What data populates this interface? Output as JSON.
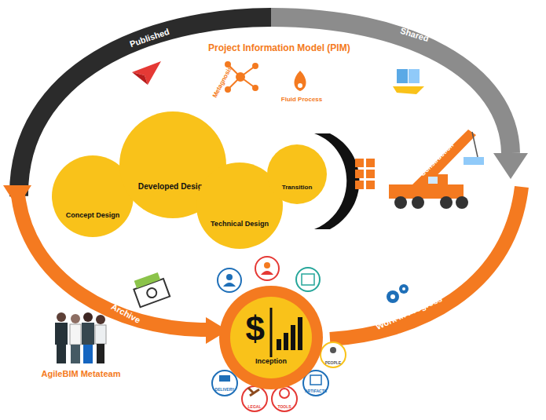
{
  "diagram": {
    "title": "Project Information Model (PIM)",
    "nodes": [
      {
        "text": [
          "Concept Design"
        ]
      },
      {
        "text": [
          "Developed Design"
        ]
      },
      {
        "text": [
          "Technical Design"
        ]
      },
      {
        "text": [
          "Transition"
        ]
      },
      {
        "text": [
          "$",
          "Inception"
        ]
      }
    ],
    "labels": [
      "Published",
      "Shared",
      "Metagnosis",
      "Fluid Process",
      "Construction",
      "Archive",
      "Work in Progress",
      "AgileBIM Metateam",
      "DELIVERY",
      "LEGAL",
      "TOOLS",
      "ARTIFACTS",
      "PEOPLE"
    ]
  }
}
